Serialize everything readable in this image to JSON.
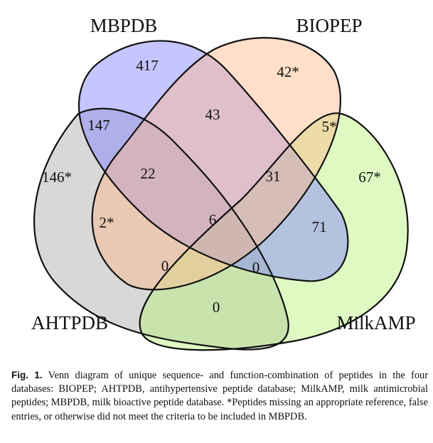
{
  "sets": {
    "mbpdb": {
      "label": "MBPDB",
      "color": "#7f7fff"
    },
    "biopep": {
      "label": "BIOPEP",
      "color": "#ffb98a"
    },
    "ahtpdb": {
      "label": "AHTPDB",
      "color": "#a9a9a9"
    },
    "milkamp": {
      "label": "MilkAMP",
      "color": "#b9f27a"
    }
  },
  "regions": {
    "mbpdb_only": "417",
    "biopep_only": "42*",
    "ahtpdb_only": "146*",
    "milkamp_only": "67*",
    "mbpdb_biopep": "43",
    "mbpdb_ahtpdb": "147",
    "biopep_milkamp": "5*",
    "mbpdb_biopep_ahtpdb": "22",
    "mbpdb_biopep_milkamp": "31",
    "biopep_ahtpdb": "2*",
    "all_four": "6",
    "mbpdb_milkamp": "71",
    "biopep_ahtpdb_milkamp": "0",
    "mbpdb_ahtpdb_milkamp": "0",
    "ahtpdb_milkamp": "0"
  },
  "caption": {
    "label": "Fig. 1.",
    "text": "Venn diagram of unique sequence- and function-combination of peptides in the four databases: BIOPEP; AHTPDB, antihypertensive peptide database; MilkAMP, milk antimicrobial peptides; MBPDB, milk bioactive peptide database. *Peptides missing an appropriate reference, false entries, or otherwise did not meet the criteria to be included in MBPDB."
  }
}
